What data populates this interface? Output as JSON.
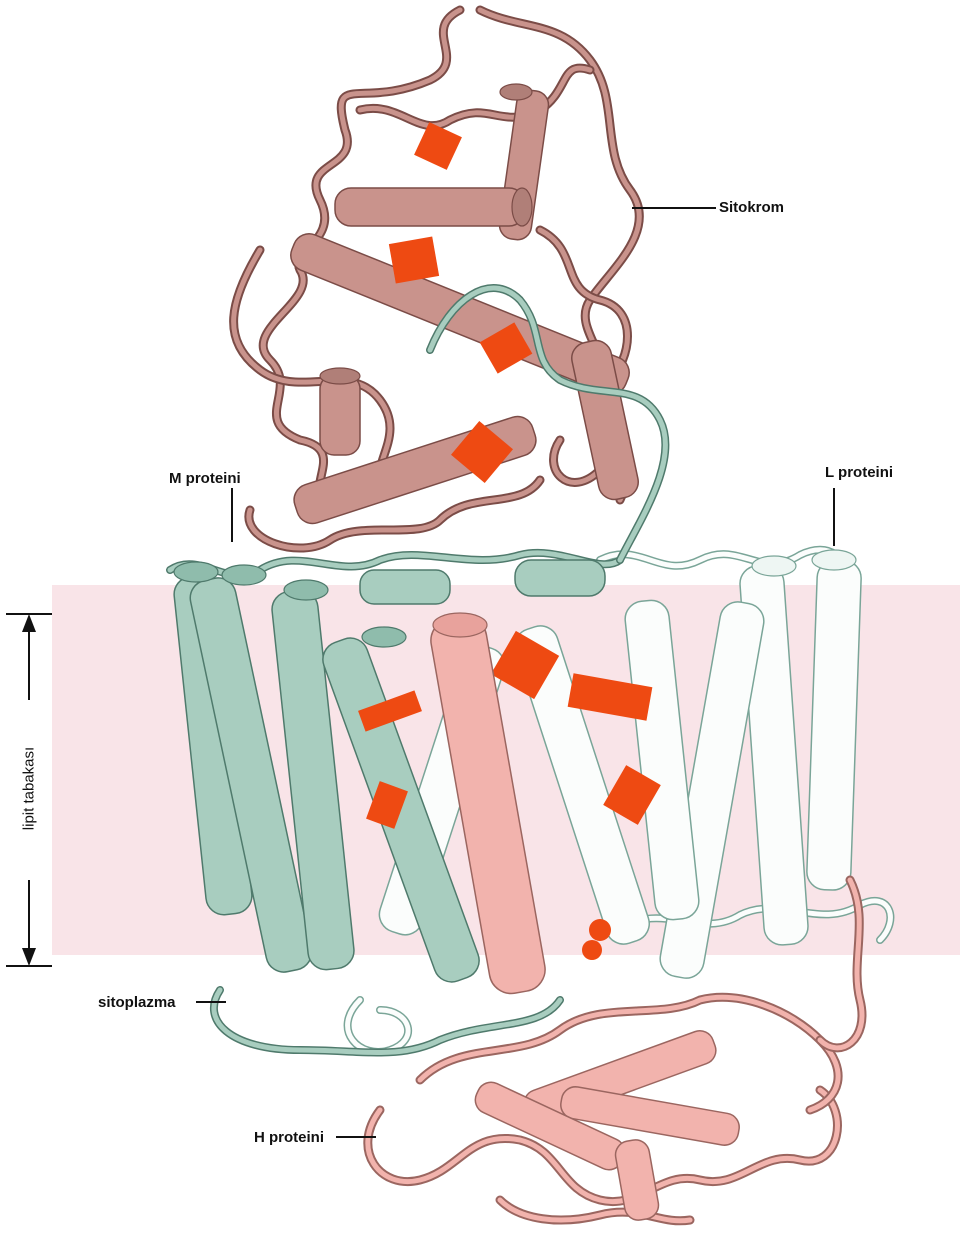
{
  "labels": {
    "cytochrome": "Sitokrom",
    "m_protein": "M proteini",
    "l_protein": "L proteini",
    "h_protein": "H proteini",
    "cytoplasm": "sitoplazma",
    "lipid_layer": "lipit tabakası"
  },
  "colors": {
    "background": "#ffffff",
    "membrane_band": "#f9e4e8",
    "cytochrome_body": "#c9938c",
    "cytochrome_stroke": "#7b4c47",
    "m_protein_body": "#a8cdbf",
    "m_protein_stroke": "#4f7a6c",
    "l_protein_body": "#fbfdfc",
    "l_protein_stroke": "#7aa598",
    "h_protein_body": "#f2b3ad",
    "h_protein_stroke": "#9b6660",
    "cofactor": "#ee4a12",
    "line": "#111111"
  }
}
